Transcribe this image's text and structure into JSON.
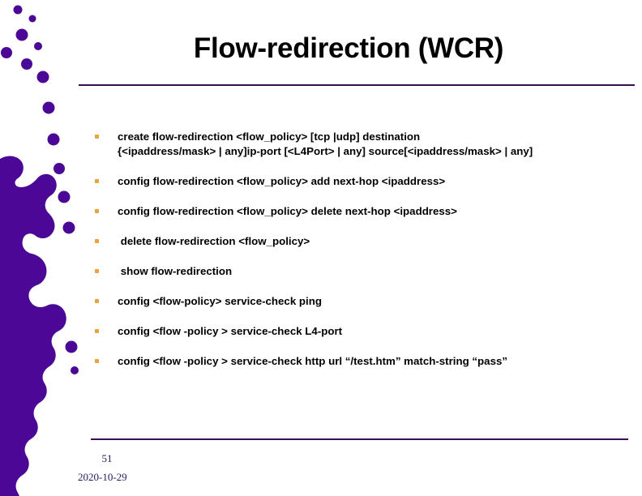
{
  "slide": {
    "title": "Flow-redirection (WCR)",
    "accent_purple": "#4B0896",
    "rule_color": "#3B1053",
    "bullet_marker_color": "#E8A33D",
    "footer_text_color": "#2A1A5E",
    "background": "#ffffff"
  },
  "bullets": [
    {
      "line1": "create flow-redirection <flow_policy> [tcp |udp] destination",
      "line2": "{<ipaddress/mask> | any]ip-port [<L4Port> | any] source[<ipaddress/mask> | any]"
    },
    {
      "line1": "config flow-redirection <flow_policy> add next-hop <ipaddress>"
    },
    {
      "line1": "config flow-redirection <flow_policy> delete next-hop <ipaddress>"
    },
    {
      "line1": " delete flow-redirection <flow_policy>"
    },
    {
      "line1": " show flow-redirection"
    },
    {
      "line1": "config <flow-policy> service-check ping"
    },
    {
      "line1": "config <flow -policy > service-check L4-port"
    },
    {
      "line1": "config <flow -policy > service-check http url “/test.htm” match-string “pass”"
    }
  ],
  "footer": {
    "page_number": "51",
    "date": "2020-10-29"
  }
}
